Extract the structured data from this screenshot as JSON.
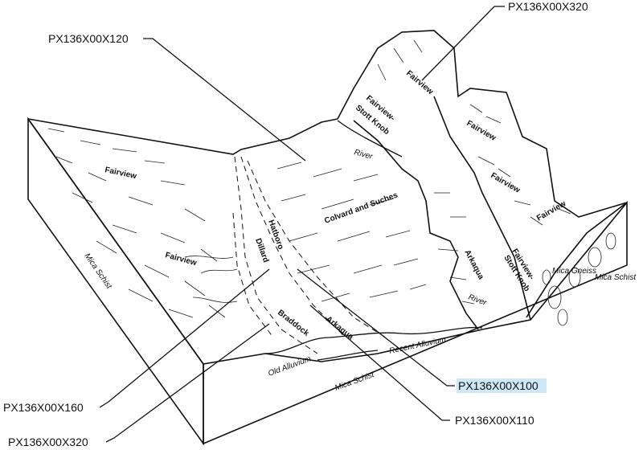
{
  "callouts": {
    "top_right": "PX136X00X320",
    "top_left": "PX136X00X120",
    "left_middle": "PX136X00X160",
    "left_bottom": "PX136X00X320",
    "right_highlighted": "PX136X00X100",
    "right_bottom": "PX136X00X110"
  },
  "soils": {
    "fairview_upper_left": "Fairview",
    "fairview_lower_left": "Fairview",
    "fairview_top": "Fairview",
    "fairview_stott_knob_top_1": "Fairview-",
    "fairview_stott_knob_top_2": "Stott Knob",
    "fairview_right_1": "Fairview",
    "fairview_right_2": "Fairview",
    "fairview_right_3": "Fairview",
    "fairview_stott_knob_right_1": "Fairview-",
    "fairview_stott_knob_right_2": "Stott Knob",
    "hatboro": "Hatboro",
    "dillard": "Dillard",
    "colvard_suches": "Colvard and Suches",
    "braddock": "Braddock",
    "arkaqua_left": "Arkaqua",
    "arkaqua_right": "Arkaqua"
  },
  "geology": {
    "mica_schist_left": "Mica Schist",
    "mica_schist_front": "Mica Schist",
    "mica_schist_right": "Mica Schist",
    "mica_gneiss": "Mica Gneiss",
    "river_upper": "River",
    "river_lower": "River",
    "recent_alluvium": "Recent Alluvium",
    "old_alluvium": "Old Alluvium"
  },
  "colors": {
    "highlight": "#cfe8f7",
    "ink": "#111111"
  }
}
